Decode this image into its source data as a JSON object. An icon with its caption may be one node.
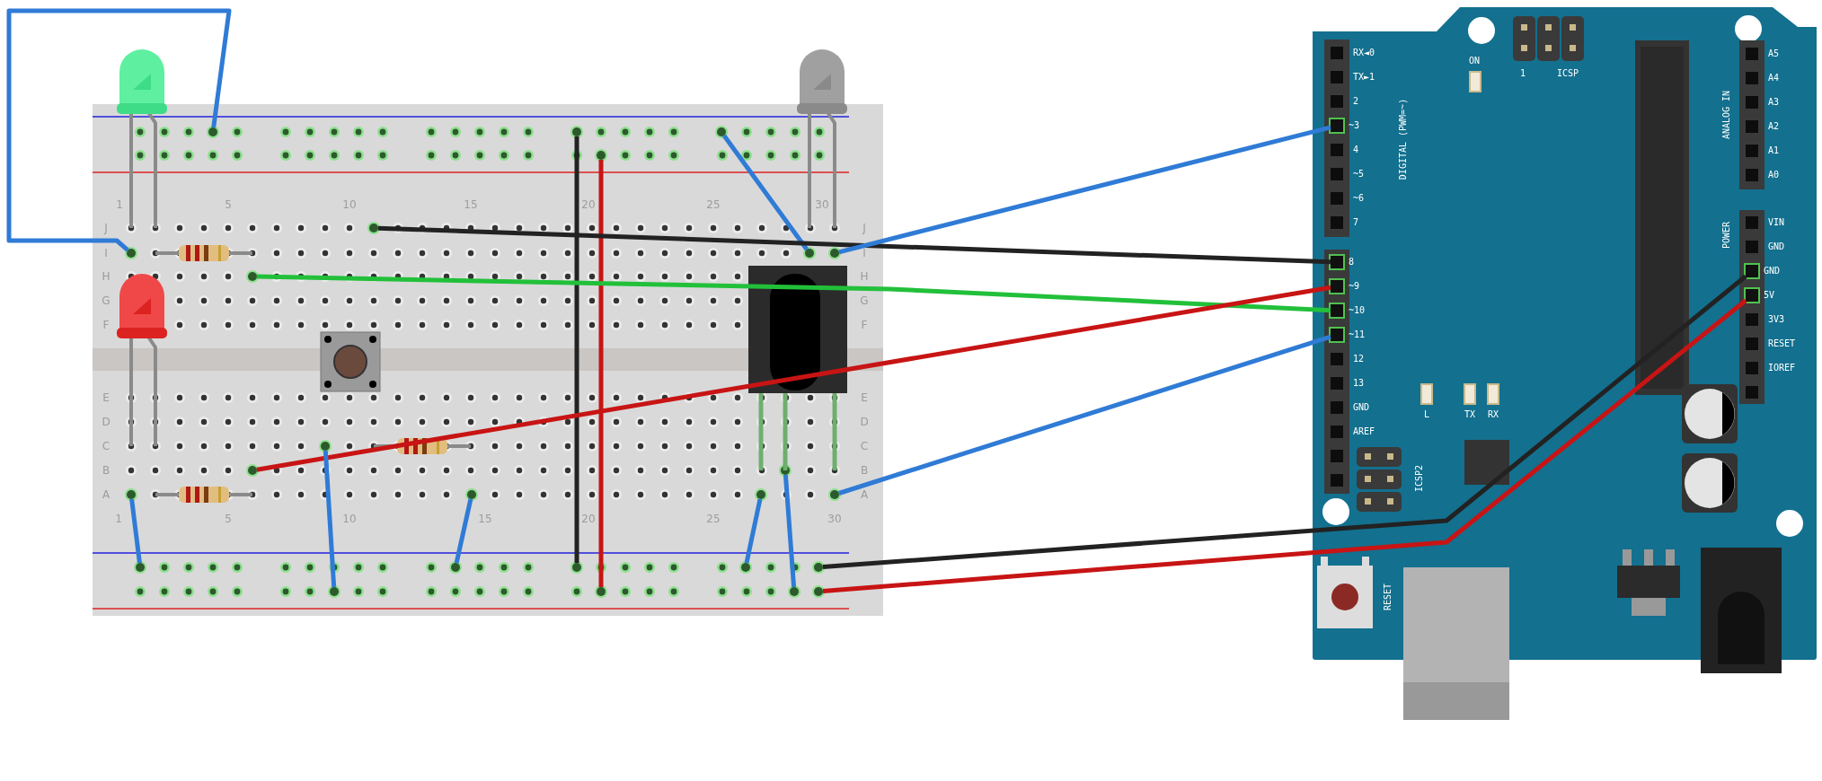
{
  "diagram": {
    "nodes": [
      {
        "text": [],
        "shape": "box"
      },
      {
        "text": [],
        "shape": "circle",
        "in": 0
      },
      {
        "text": [],
        "shape": "circle",
        "in": 0
      },
      {
        "text": [],
        "shape": "circle",
        "in": 0
      },
      {
        "text": [],
        "shape": "circle",
        "in": 0
      },
      {
        "text": [],
        "shape": "circle",
        "in": 0
      },
      {
        "text": [],
        "shape": "circle",
        "in": 0
      },
      {
        "text": [],
        "shape": "circle",
        "in": 0
      },
      {
        "text": [],
        "shape": "circle",
        "in": 0
      },
      {
        "text": [],
        "shape": "circle",
        "in": 0
      },
      {
        "text": [],
        "shape": "circle",
        "in": 0
      },
      {
        "text": [],
        "shape": "circle",
        "in": 0
      },
      {
        "text": [],
        "shape": "circle",
        "in": 0
      },
      {
        "text": [],
        "shape": "circle",
        "in": 0
      },
      {
        "text": [],
        "shape": "circle",
        "in": 0
      },
      {
        "text": [],
        "shape": "circle",
        "in": 0
      },
      {
        "text": [],
        "shape": "circle",
        "in": 0
      },
      {
        "text": [],
        "shape": "circle",
        "in": 0
      },
      {
        "text": [],
        "shape": "circle",
        "in": 0
      },
      {
        "text": [],
        "shape": "circle",
        "in": 0
      },
      {
        "text": [],
        "shape": "circle",
        "in": 0
      },
      {
        "text": [],
        "shape": "circle",
        "in": 0
      },
      {
        "text": [],
        "shape": "circle",
        "in": 0
      },
      {
        "text": [],
        "shape": "circle",
        "in": 0
      },
      {
        "text": [],
        "shape": "circle",
        "in": 0
      },
      {
        "text": [],
        "shape": "circle",
        "in": 0
      },
      {
        "text": [],
        "shape": "box"
      },
      {
        "text": [],
        "shape": "box",
        "in": 26,
        "beside": [
          "~3"
        ]
      },
      {
        "text": [],
        "shape": "box",
        "in": 26,
        "beside": [
          "8"
        ]
      },
      {
        "text": [],
        "shape": "box",
        "in": 26,
        "beside": [
          "~9"
        ]
      },
      {
        "text": [],
        "shape": "box",
        "in": 26,
        "beside": [
          "~10"
        ]
      },
      {
        "text": [],
        "shape": "box",
        "in": 26,
        "beside": [
          "~11"
        ]
      },
      {
        "text": [],
        "shape": "box",
        "in": 26,
        "beside": [
          "GND"
        ]
      },
      {
        "text": [],
        "shape": "box",
        "in": 26,
        "beside": [
          "5V"
        ]
      }
    ],
    "edges": [
      {
        "from": 6,
        "to": 1,
        "arrow": "none"
      },
      {
        "from": 3,
        "to": 7,
        "arrow": "none"
      },
      {
        "from": 2,
        "to": 19,
        "arrow": "none",
        "color": "#222222"
      },
      {
        "from": 4,
        "to": 23,
        "arrow": "none",
        "color": "#c81414"
      },
      {
        "from": 5,
        "to": 28,
        "arrow": "none",
        "color": "#222222"
      },
      {
        "from": 9,
        "to": 30,
        "arrow": "none",
        "color": "#22c03a"
      },
      {
        "from": 8,
        "to": 27,
        "arrow": "none"
      },
      {
        "from": 11,
        "to": 29,
        "arrow": "none",
        "color": "#c81414"
      },
      {
        "from": 16,
        "to": 31,
        "arrow": "none"
      },
      {
        "from": 13,
        "to": 17,
        "arrow": "none"
      },
      {
        "from": 10,
        "to": 22,
        "arrow": "none"
      },
      {
        "from": 14,
        "to": 18,
        "arrow": "none"
      },
      {
        "from": 15,
        "to": 20,
        "arrow": "none"
      },
      {
        "from": 12,
        "to": 24,
        "arrow": "none"
      },
      {
        "from": 21,
        "to": 32,
        "arrow": "none",
        "color": "#222222"
      },
      {
        "from": 25,
        "to": 33,
        "arrow": "none",
        "color": "#c81414"
      }
    ],
    "labels": [
      "1",
      "5",
      "10",
      "15",
      "20",
      "25",
      "30",
      "J",
      "I",
      "H",
      "G",
      "F",
      "J",
      "I",
      "H",
      "G",
      "F",
      "E",
      "D",
      "C",
      "B",
      "A",
      "E",
      "D",
      "C",
      "B",
      "A",
      "1",
      "5",
      "10",
      "15",
      "20",
      "25",
      "30",
      "ON",
      "1",
      "ICSP",
      "RX◄0",
      "TX►1",
      "2",
      "4",
      "~5",
      "~6",
      "7",
      "DIGITAL (PWM=~)",
      "12",
      "13",
      "GND",
      "AREF",
      "L",
      "TX",
      "RX",
      "ICSP2",
      "RESET",
      "A5",
      "A4",
      "A3",
      "A2",
      "A1",
      "A0",
      "ANALOG IN",
      "POWER",
      "VIN",
      "GND",
      "3V3",
      "RESET",
      "IOREF"
    ]
  }
}
